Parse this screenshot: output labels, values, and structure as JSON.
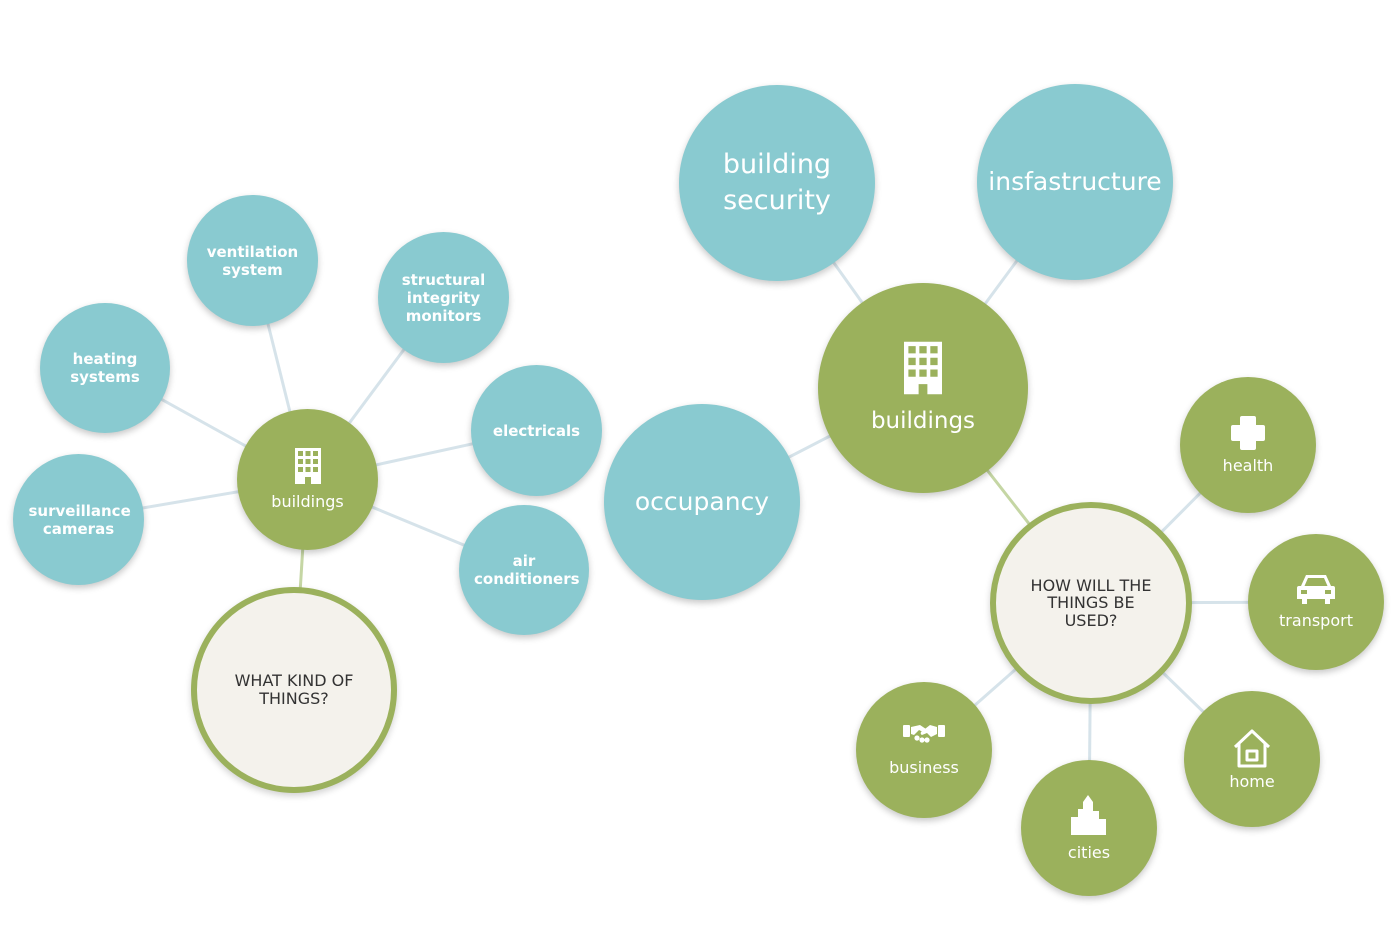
{
  "left_cluster": {
    "hub": {
      "label": "buildings",
      "icon": "building-icon"
    },
    "question": "WHAT KIND OF THINGS?",
    "items": {
      "ventilation": "ventilation system",
      "structural": "structural integrity monitors",
      "heating": "heating systems",
      "electricals": "electricals",
      "surveillance": "surveillance cameras",
      "air": "air conditioners"
    }
  },
  "right_cluster": {
    "hub": {
      "label": "buildings",
      "icon": "building-icon"
    },
    "items": {
      "security": "building security",
      "infrastructure": "insfastructure",
      "occupancy": "occupancy"
    },
    "question": "HOW WILL THE THINGS BE USED?",
    "uses": {
      "health": {
        "label": "health",
        "icon": "medical-cross-icon"
      },
      "transport": {
        "label": "transport",
        "icon": "car-icon"
      },
      "home": {
        "label": "home",
        "icon": "house-icon"
      },
      "cities": {
        "label": "cities",
        "icon": "city-skyline-icon"
      },
      "business": {
        "label": "business",
        "icon": "handshake-icon"
      }
    }
  },
  "colors": {
    "teal": "#89cad0",
    "green": "#9bb15c",
    "cream": "#f4f2ec",
    "line": "#d6e3ea"
  }
}
